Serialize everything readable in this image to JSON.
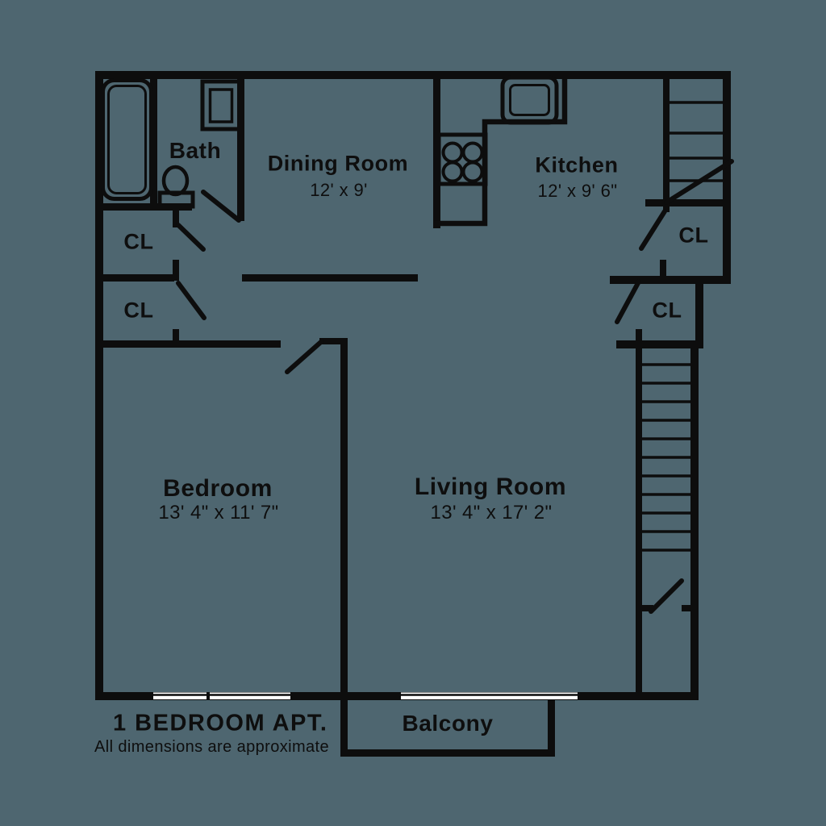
{
  "plan": {
    "title": "1 BEDROOM APT.",
    "note": "All dimensions are approximate",
    "rooms": {
      "bath": {
        "name": "Bath"
      },
      "dining": {
        "name": "Dining Room",
        "dims": "12' x 9'"
      },
      "kitchen": {
        "name": "Kitchen",
        "dims": "12' x 9' 6\""
      },
      "bedroom": {
        "name": "Bedroom",
        "dims": "13' 4\" x 11' 7\""
      },
      "living": {
        "name": "Living Room",
        "dims": "13' 4\" x 17' 2\""
      },
      "balcony": {
        "name": "Balcony"
      }
    },
    "closets": {
      "hall_upper": "CL",
      "hall_lower": "CL",
      "kitchen_side": "CL",
      "entry_side": "CL"
    },
    "colors": {
      "background": "#4e6670",
      "line": "#0d0d0d",
      "window_fill": "#ffffff"
    }
  }
}
